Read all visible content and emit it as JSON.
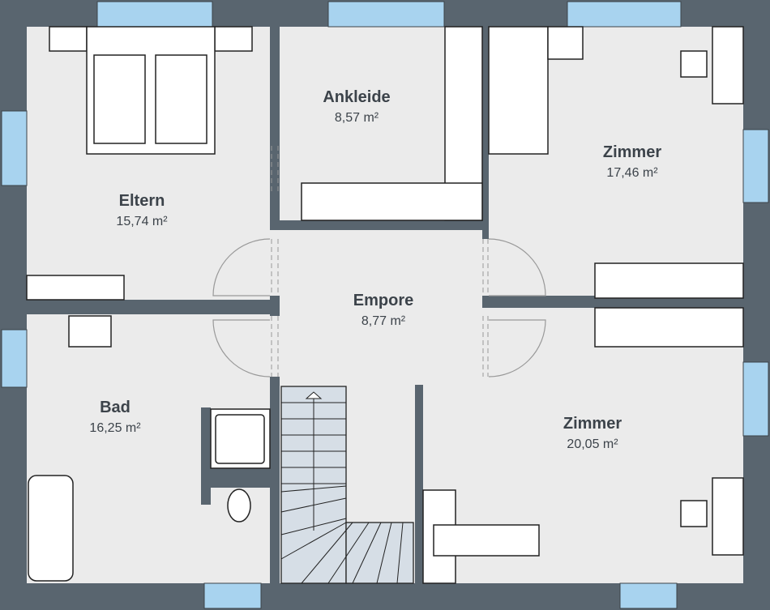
{
  "plan": {
    "rooms": [
      {
        "name": "Eltern",
        "area": "15,74 m²"
      },
      {
        "name": "Ankleide",
        "area": "8,57 m²"
      },
      {
        "name": "Zimmer",
        "area": "17,46 m²"
      },
      {
        "name": "Empore",
        "area": "8,77 m²"
      },
      {
        "name": "Bad",
        "area": "16,25 m²"
      },
      {
        "name": "Zimmer",
        "area": "20,05 m²"
      }
    ],
    "colors": {
      "wall": "#59656f",
      "floor": "#ebebeb",
      "window": "#a8d3ef",
      "stair": "#d6dee6"
    }
  }
}
